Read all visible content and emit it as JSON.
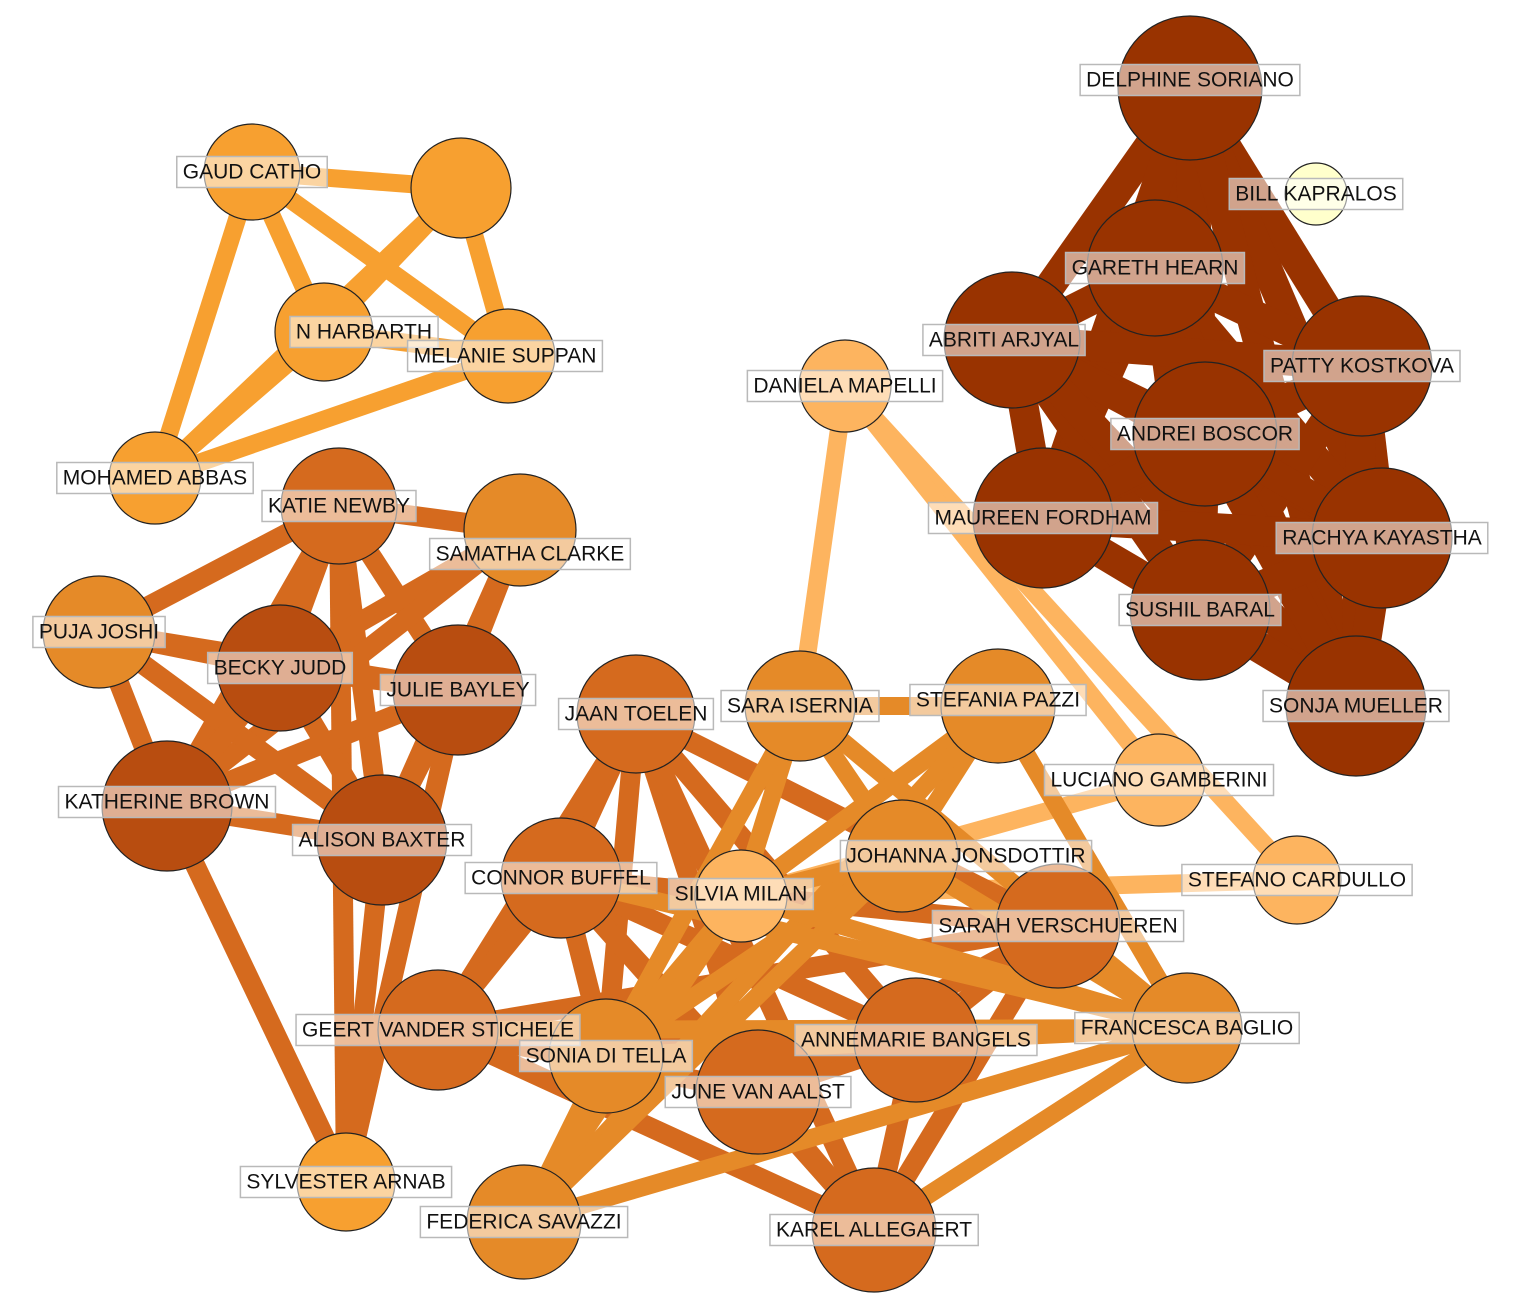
{
  "palette": {
    "c_dark": "#993300",
    "c_brown": "#B84D10",
    "c_mid": "#D56A1E",
    "c_orange": "#E58A28",
    "c_orange_light": "#F7A030",
    "c_peach": "#FDB45F",
    "c_cream": "#FFFFCC"
  },
  "nodes": [
    {
      "id": "delphine",
      "label": "DELPHINE SORIANO",
      "color": "c_dark"
    },
    {
      "id": "bill",
      "label": "BILL KAPRALOS",
      "color": "c_cream"
    },
    {
      "id": "gareth",
      "label": "GARETH HEARN",
      "color": "c_dark"
    },
    {
      "id": "abriti",
      "label": "ABRITI ARJYAL",
      "color": "c_dark"
    },
    {
      "id": "patty",
      "label": "PATTY KOSTKOVA",
      "color": "c_dark"
    },
    {
      "id": "andrei",
      "label": "ANDREI BOSCOR",
      "color": "c_dark"
    },
    {
      "id": "maureen",
      "label": "MAUREEN FORDHAM",
      "color": "c_dark"
    },
    {
      "id": "rachya",
      "label": "RACHYA KAYASTHA",
      "color": "c_dark"
    },
    {
      "id": "sushil",
      "label": "SUSHIL BARAL",
      "color": "c_dark"
    },
    {
      "id": "sonja",
      "label": "SONJA MUELLER",
      "color": "c_dark"
    },
    {
      "id": "gaud",
      "label": "GAUD CATHO",
      "color": "c_orange_light"
    },
    {
      "id": "unl",
      "label": "",
      "color": "c_orange_light"
    },
    {
      "id": "nharb",
      "label": "N HARBARTH",
      "color": "c_orange_light"
    },
    {
      "id": "melanie",
      "label": "MELANIE SUPPAN",
      "color": "c_orange_light"
    },
    {
      "id": "mohamed",
      "label": "MOHAMED ABBAS",
      "color": "c_orange_light"
    },
    {
      "id": "katie",
      "label": "KATIE NEWBY",
      "color": "c_mid"
    },
    {
      "id": "samatha",
      "label": "SAMATHA CLARKE",
      "color": "c_orange"
    },
    {
      "id": "puja",
      "label": "PUJA JOSHI",
      "color": "c_orange"
    },
    {
      "id": "becky",
      "label": "BECKY JUDD",
      "color": "c_brown"
    },
    {
      "id": "julie",
      "label": "JULIE BAYLEY",
      "color": "c_brown"
    },
    {
      "id": "katherine",
      "label": "KATHERINE BROWN",
      "color": "c_brown"
    },
    {
      "id": "alison",
      "label": "ALISON BAXTER",
      "color": "c_brown"
    },
    {
      "id": "sylvester",
      "label": "SYLVESTER ARNAB",
      "color": "c_orange_light"
    },
    {
      "id": "daniela",
      "label": "DANIELA MAPELLI",
      "color": "c_peach"
    },
    {
      "id": "jaan",
      "label": "JAAN TOELEN",
      "color": "c_mid"
    },
    {
      "id": "sara",
      "label": "SARA ISERNIA",
      "color": "c_orange"
    },
    {
      "id": "stefania",
      "label": "STEFANIA PAZZI",
      "color": "c_orange"
    },
    {
      "id": "luciano",
      "label": "LUCIANO GAMBERINI",
      "color": "c_peach"
    },
    {
      "id": "johanna",
      "label": "JOHANNA JONSDOTTIR",
      "color": "c_orange"
    },
    {
      "id": "connor",
      "label": "CONNOR BUFFEL",
      "color": "c_mid"
    },
    {
      "id": "silvia",
      "label": "SILVIA MILAN",
      "color": "c_peach"
    },
    {
      "id": "stefano",
      "label": "STEFANO CARDULLO",
      "color": "c_peach"
    },
    {
      "id": "sarahv",
      "label": "SARAH VERSCHUEREN",
      "color": "c_mid"
    },
    {
      "id": "geert",
      "label": "GEERT VANDER STICHELE",
      "color": "c_mid"
    },
    {
      "id": "sonia",
      "label": "SONIA DI TELLA",
      "color": "c_orange"
    },
    {
      "id": "annemarie",
      "label": "ANNEMARIE BANGELS",
      "color": "c_mid"
    },
    {
      "id": "francesca",
      "label": "FRANCESCA BAGLIO",
      "color": "c_orange"
    },
    {
      "id": "june",
      "label": "JUNE VAN AALST",
      "color": "c_mid"
    },
    {
      "id": "federica",
      "label": "FEDERICA SAVAZZI",
      "color": "c_orange"
    },
    {
      "id": "karel",
      "label": "KAREL ALLEGAERT",
      "color": "c_mid"
    }
  ],
  "edges": [
    [
      "delphine",
      "gareth",
      "c_dark"
    ],
    [
      "delphine",
      "abriti",
      "c_dark"
    ],
    [
      "delphine",
      "patty",
      "c_dark"
    ],
    [
      "delphine",
      "andrei",
      "c_dark"
    ],
    [
      "delphine",
      "maureen",
      "c_dark"
    ],
    [
      "delphine",
      "rachya",
      "c_dark"
    ],
    [
      "delphine",
      "sushil",
      "c_dark"
    ],
    [
      "delphine",
      "sonja",
      "c_dark"
    ],
    [
      "gareth",
      "abriti",
      "c_dark"
    ],
    [
      "gareth",
      "patty",
      "c_dark"
    ],
    [
      "gareth",
      "andrei",
      "c_dark"
    ],
    [
      "gareth",
      "maureen",
      "c_dark"
    ],
    [
      "gareth",
      "rachya",
      "c_dark"
    ],
    [
      "gareth",
      "sushil",
      "c_dark"
    ],
    [
      "gareth",
      "sonja",
      "c_dark"
    ],
    [
      "abriti",
      "patty",
      "c_dark"
    ],
    [
      "abriti",
      "andrei",
      "c_dark"
    ],
    [
      "abriti",
      "maureen",
      "c_dark"
    ],
    [
      "abriti",
      "rachya",
      "c_dark"
    ],
    [
      "abriti",
      "sushil",
      "c_dark"
    ],
    [
      "abriti",
      "sonja",
      "c_dark"
    ],
    [
      "patty",
      "andrei",
      "c_dark"
    ],
    [
      "patty",
      "maureen",
      "c_dark"
    ],
    [
      "patty",
      "rachya",
      "c_dark"
    ],
    [
      "patty",
      "sushil",
      "c_dark"
    ],
    [
      "patty",
      "sonja",
      "c_dark"
    ],
    [
      "andrei",
      "maureen",
      "c_dark"
    ],
    [
      "andrei",
      "rachya",
      "c_dark"
    ],
    [
      "andrei",
      "sushil",
      "c_dark"
    ],
    [
      "andrei",
      "sonja",
      "c_dark"
    ],
    [
      "maureen",
      "rachya",
      "c_dark"
    ],
    [
      "maureen",
      "sushil",
      "c_dark"
    ],
    [
      "maureen",
      "sonja",
      "c_dark"
    ],
    [
      "rachya",
      "sushil",
      "c_dark"
    ],
    [
      "rachya",
      "sonja",
      "c_dark"
    ],
    [
      "sushil",
      "sonja",
      "c_dark"
    ],
    [
      "gaud",
      "unl",
      "c_orange_light"
    ],
    [
      "gaud",
      "nharb",
      "c_orange_light"
    ],
    [
      "gaud",
      "melanie",
      "c_orange_light"
    ],
    [
      "gaud",
      "mohamed",
      "c_orange_light"
    ],
    [
      "unl",
      "nharb",
      "c_orange_light"
    ],
    [
      "unl",
      "melanie",
      "c_orange_light"
    ],
    [
      "unl",
      "mohamed",
      "c_orange_light"
    ],
    [
      "nharb",
      "melanie",
      "c_orange_light"
    ],
    [
      "nharb",
      "mohamed",
      "c_orange_light"
    ],
    [
      "melanie",
      "mohamed",
      "c_orange_light"
    ],
    [
      "katie",
      "samatha",
      "c_mid"
    ],
    [
      "katie",
      "puja",
      "c_mid"
    ],
    [
      "katie",
      "becky",
      "c_mid"
    ],
    [
      "katie",
      "julie",
      "c_mid"
    ],
    [
      "katie",
      "katherine",
      "c_mid"
    ],
    [
      "katie",
      "alison",
      "c_mid"
    ],
    [
      "katie",
      "sylvester",
      "c_mid"
    ],
    [
      "samatha",
      "becky",
      "c_mid"
    ],
    [
      "samatha",
      "julie",
      "c_mid"
    ],
    [
      "samatha",
      "katherine",
      "c_mid"
    ],
    [
      "samatha",
      "alison",
      "c_mid"
    ],
    [
      "puja",
      "becky",
      "c_mid"
    ],
    [
      "puja",
      "julie",
      "c_mid"
    ],
    [
      "puja",
      "katherine",
      "c_mid"
    ],
    [
      "puja",
      "alison",
      "c_mid"
    ],
    [
      "becky",
      "julie",
      "c_mid"
    ],
    [
      "becky",
      "katherine",
      "c_mid"
    ],
    [
      "becky",
      "alison",
      "c_mid"
    ],
    [
      "julie",
      "katherine",
      "c_mid"
    ],
    [
      "julie",
      "alison",
      "c_mid"
    ],
    [
      "julie",
      "sylvester",
      "c_mid"
    ],
    [
      "katherine",
      "alison",
      "c_mid"
    ],
    [
      "katherine",
      "sylvester",
      "c_mid"
    ],
    [
      "alison",
      "sylvester",
      "c_mid"
    ],
    [
      "daniela",
      "sara",
      "c_peach"
    ],
    [
      "daniela",
      "stefano",
      "c_peach"
    ],
    [
      "daniela",
      "luciano",
      "c_peach"
    ],
    [
      "luciano",
      "silvia",
      "c_peach"
    ],
    [
      "silvia",
      "stefano",
      "c_peach"
    ],
    [
      "jaan",
      "connor",
      "c_mid"
    ],
    [
      "jaan",
      "geert",
      "c_mid"
    ],
    [
      "jaan",
      "sonia",
      "c_mid"
    ],
    [
      "jaan",
      "june",
      "c_mid"
    ],
    [
      "jaan",
      "annemarie",
      "c_mid"
    ],
    [
      "jaan",
      "karel",
      "c_mid"
    ],
    [
      "jaan",
      "sarahv",
      "c_mid"
    ],
    [
      "connor",
      "geert",
      "c_mid"
    ],
    [
      "connor",
      "sonia",
      "c_mid"
    ],
    [
      "connor",
      "june",
      "c_mid"
    ],
    [
      "connor",
      "annemarie",
      "c_mid"
    ],
    [
      "connor",
      "karel",
      "c_mid"
    ],
    [
      "connor",
      "sarahv",
      "c_mid"
    ],
    [
      "geert",
      "sonia",
      "c_mid"
    ],
    [
      "geert",
      "june",
      "c_mid"
    ],
    [
      "geert",
      "annemarie",
      "c_mid"
    ],
    [
      "geert",
      "karel",
      "c_mid"
    ],
    [
      "geert",
      "sarahv",
      "c_mid"
    ],
    [
      "june",
      "annemarie",
      "c_mid"
    ],
    [
      "june",
      "karel",
      "c_mid"
    ],
    [
      "june",
      "sarahv",
      "c_mid"
    ],
    [
      "annemarie",
      "karel",
      "c_mid"
    ],
    [
      "annemarie",
      "sarahv",
      "c_mid"
    ],
    [
      "sarahv",
      "karel",
      "c_mid"
    ],
    [
      "sara",
      "stefania",
      "c_orange"
    ],
    [
      "sara",
      "johanna",
      "c_orange"
    ],
    [
      "sara",
      "silvia",
      "c_orange"
    ],
    [
      "sara",
      "sonia",
      "c_orange"
    ],
    [
      "sara",
      "francesca",
      "c_orange"
    ],
    [
      "stefania",
      "johanna",
      "c_orange"
    ],
    [
      "stefania",
      "silvia",
      "c_orange"
    ],
    [
      "stefania",
      "francesca",
      "c_orange"
    ],
    [
      "stefania",
      "federica",
      "c_orange"
    ],
    [
      "johanna",
      "sonia",
      "c_orange"
    ],
    [
      "johanna",
      "federica",
      "c_orange"
    ],
    [
      "johanna",
      "francesca",
      "c_orange"
    ],
    [
      "johanna",
      "silvia",
      "c_orange"
    ],
    [
      "silvia",
      "sonia",
      "c_orange"
    ],
    [
      "silvia",
      "federica",
      "c_orange"
    ],
    [
      "silvia",
      "francesca",
      "c_orange"
    ],
    [
      "sonia",
      "federica",
      "c_orange"
    ],
    [
      "sonia",
      "francesca",
      "c_orange"
    ],
    [
      "federica",
      "francesca",
      "c_orange"
    ],
    [
      "geert",
      "francesca",
      "c_orange"
    ],
    [
      "connor",
      "francesca",
      "c_orange"
    ],
    [
      "karel",
      "francesca",
      "c_orange"
    ]
  ]
}
